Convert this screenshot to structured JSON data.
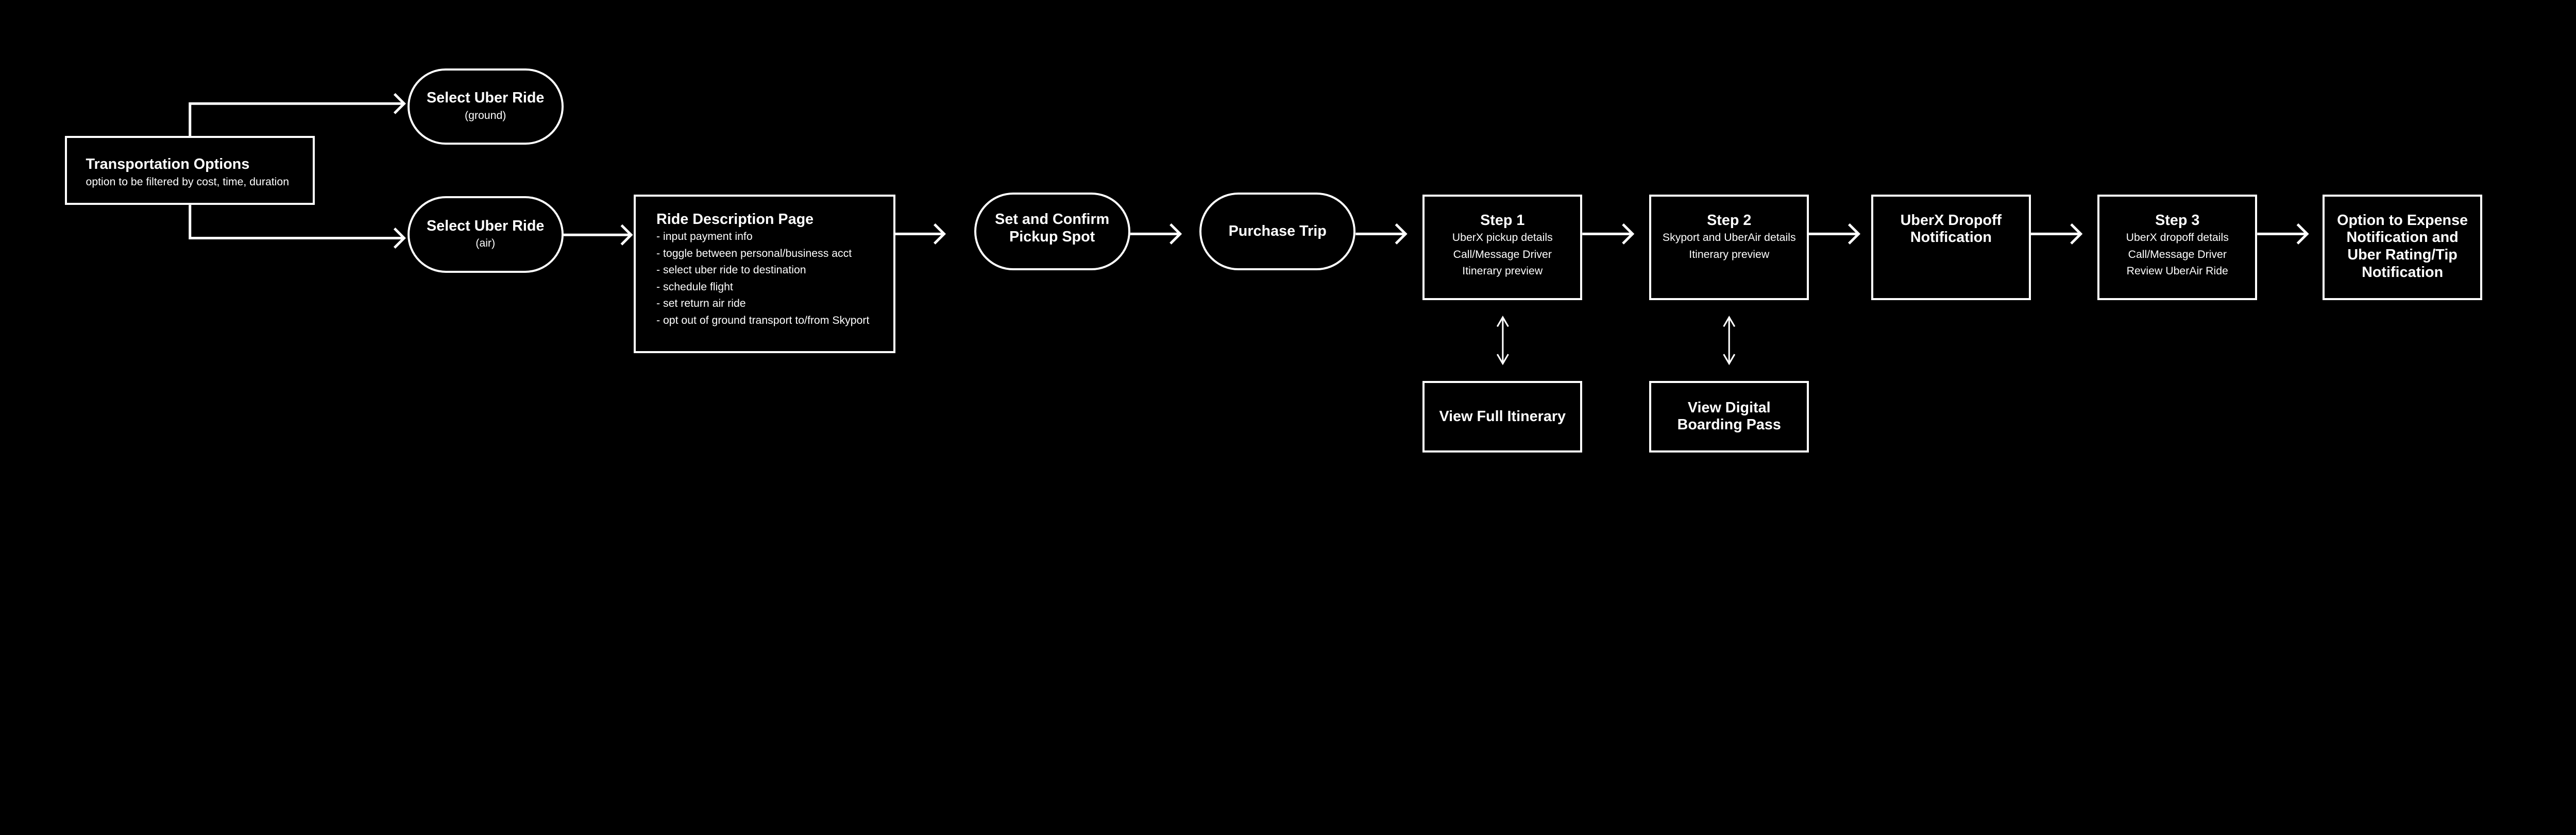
{
  "nodes": {
    "transportation": {
      "title": "Transportation Options",
      "sub": "option to be filtered by cost, time, duration"
    },
    "ground": {
      "title": "Select Uber Ride",
      "sub": "(ground)"
    },
    "air": {
      "title": "Select Uber Ride",
      "sub": "(air)"
    },
    "ride_desc": {
      "title": "Ride Description Page",
      "items": [
        "- input payment info",
        "- toggle between personal/business acct",
        "- select uber ride to destination",
        "- schedule flight",
        "- set return air ride",
        "- opt out of ground transport to/from Skyport"
      ]
    },
    "pickup": {
      "line1": "Set and Confirm",
      "line2": "Pickup Spot"
    },
    "purchase": {
      "title": "Purchase Trip"
    },
    "step1": {
      "title": "Step 1",
      "items": [
        "UberX pickup details",
        "Call/Message Driver",
        "Itinerary preview"
      ]
    },
    "step2": {
      "title": "Step 2",
      "items": [
        "Skyport and UberAir details",
        "Itinerary preview"
      ]
    },
    "dropoff": {
      "line1": "UberX Dropoff",
      "line2": "Notification"
    },
    "step3": {
      "title": "Step 3",
      "items": [
        "UberX dropoff details",
        "Call/Message Driver",
        "Review UberAir Ride"
      ]
    },
    "final": {
      "line1": "Option to Expense",
      "line2": "Notification and",
      "line3": "Uber Rating/Tip",
      "line4": "Notification"
    },
    "itinerary": {
      "title": "View Full Itinerary"
    },
    "boarding": {
      "line1": "View Digital",
      "line2": "Boarding Pass"
    }
  },
  "colors": {
    "background": "#000000",
    "stroke": "#ffffff"
  }
}
